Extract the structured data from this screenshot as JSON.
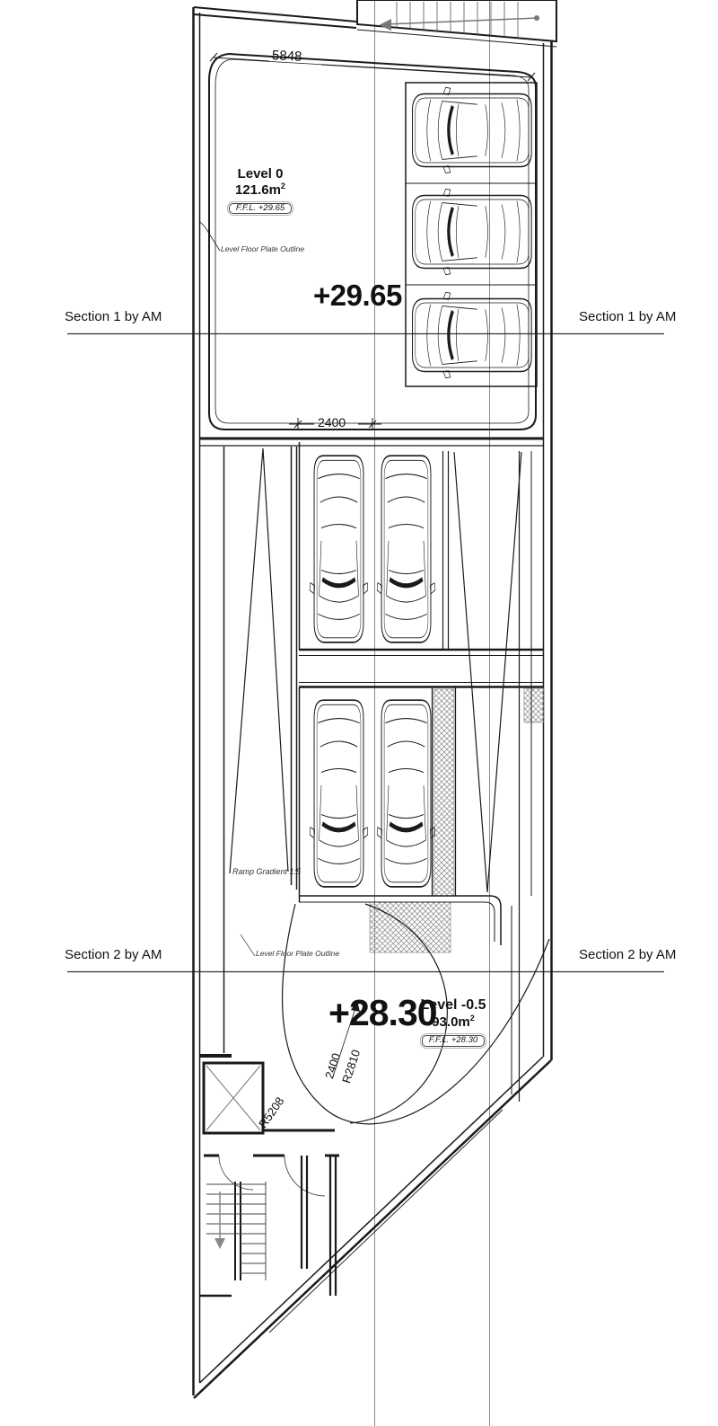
{
  "drawing": {
    "levels": {
      "level0": {
        "name": "Level 0",
        "area_base": "121.6m",
        "area_sup": "2",
        "ffl": "F.F.L. +29.65",
        "spot": "+29.65"
      },
      "levelm05": {
        "name": "Level -0.5",
        "area_base": "93.0m",
        "area_sup": "2",
        "ffl": "F.F.L. +28.30",
        "spot": "+28.30"
      }
    },
    "sections": {
      "s1_left": "Section 1 by AM",
      "s1_right": "Section 1 by AM",
      "s2_left": "Section 2 by AM",
      "s2_right": "Section 2 by AM"
    },
    "dimensions": {
      "top_width": "5848",
      "stall_width": "2400",
      "ramp_width": "2400",
      "inner_radius": "R2810",
      "outer_radius": "R5208"
    },
    "notes": {
      "plate1": "Level Floor Plate Outline",
      "plate2": "Level Floor Plate Outline",
      "ramp_gradient": "Ramp Gradient 1:5"
    },
    "colors": {
      "line": "#1a1a1a",
      "grid": "#8a8a8a",
      "hatch": "#999999",
      "paper": "#ffffff"
    }
  }
}
